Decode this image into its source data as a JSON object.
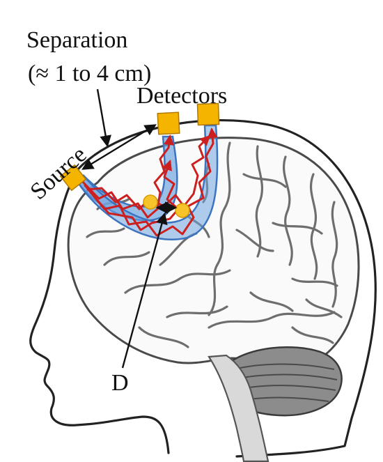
{
  "labels": {
    "separation": "Separation",
    "separation_range": "(≈ 1 to 4 cm)",
    "detectors": "Detectors",
    "source": "Source",
    "depth": "D"
  },
  "colors": {
    "optode": "#f4b400",
    "optode_border": "#b07800",
    "photon_path": "#cc1f1f",
    "banana_fill": "#6fa4e0",
    "banana_stroke": "#3c74c0",
    "focus_dot": "#f6c32a",
    "head_outline": "#222222",
    "brain_fold": "#6e6e6e",
    "cerebellum": "#8c8c8c"
  },
  "icons": {
    "source": "square-optode",
    "detector": "square-optode",
    "focus": "filled-circle"
  }
}
